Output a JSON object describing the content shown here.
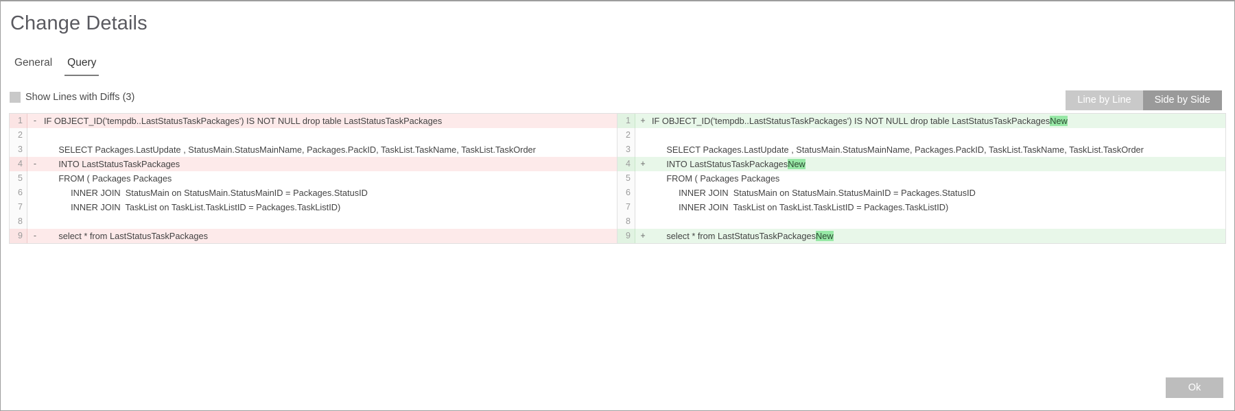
{
  "window": {
    "title": "Change Details"
  },
  "tabs": [
    {
      "label": "General",
      "active": false
    },
    {
      "label": "Query",
      "active": true
    }
  ],
  "options": {
    "show_diffs_label": "Show Lines with Diffs (3)",
    "show_diffs_checked": false,
    "view_modes": [
      {
        "label": "Line by Line",
        "active": false
      },
      {
        "label": "Side by Side",
        "active": true
      }
    ]
  },
  "diff": {
    "left": {
      "lines": [
        {
          "num": "1",
          "marker": "-",
          "type": "del",
          "text": "IF OBJECT_ID('tempdb..LastStatusTaskPackages') IS NOT NULL drop table LastStatusTaskPackages"
        },
        {
          "num": "2",
          "marker": "",
          "type": "context",
          "text": ""
        },
        {
          "num": "3",
          "marker": "",
          "type": "context",
          "text": "      SELECT Packages.LastUpdate , StatusMain.StatusMainName, Packages.PackID, TaskList.TaskName, TaskList.TaskOrder"
        },
        {
          "num": "4",
          "marker": "-",
          "type": "del",
          "text": "      INTO LastStatusTaskPackages"
        },
        {
          "num": "5",
          "marker": "",
          "type": "context",
          "text": "      FROM ( Packages Packages"
        },
        {
          "num": "6",
          "marker": "",
          "type": "context",
          "text": "           INNER JOIN  StatusMain on StatusMain.StatusMainID = Packages.StatusID"
        },
        {
          "num": "7",
          "marker": "",
          "type": "context",
          "text": "           INNER JOIN  TaskList on TaskList.TaskListID = Packages.TaskListID)"
        },
        {
          "num": "8",
          "marker": "",
          "type": "context",
          "text": ""
        },
        {
          "num": "9",
          "marker": "-",
          "type": "del",
          "text": "      select * from LastStatusTaskPackages"
        }
      ]
    },
    "right": {
      "lines": [
        {
          "num": "1",
          "marker": "+",
          "type": "ins",
          "text": "IF OBJECT_ID('tempdb..LastStatusTaskPackages') IS NOT NULL drop table LastStatusTaskPackages",
          "highlight": "New"
        },
        {
          "num": "2",
          "marker": "",
          "type": "context",
          "text": "",
          "highlight": ""
        },
        {
          "num": "3",
          "marker": "",
          "type": "context",
          "text": "      SELECT Packages.LastUpdate , StatusMain.StatusMainName, Packages.PackID, TaskList.TaskName, TaskList.TaskOrder",
          "highlight": ""
        },
        {
          "num": "4",
          "marker": "+",
          "type": "ins",
          "text": "      INTO LastStatusTaskPackages",
          "highlight": "New"
        },
        {
          "num": "5",
          "marker": "",
          "type": "context",
          "text": "      FROM ( Packages Packages",
          "highlight": ""
        },
        {
          "num": "6",
          "marker": "",
          "type": "context",
          "text": "           INNER JOIN  StatusMain on StatusMain.StatusMainID = Packages.StatusID",
          "highlight": ""
        },
        {
          "num": "7",
          "marker": "",
          "type": "context",
          "text": "           INNER JOIN  TaskList on TaskList.TaskListID = Packages.TaskListID)",
          "highlight": ""
        },
        {
          "num": "8",
          "marker": "",
          "type": "context",
          "text": "",
          "highlight": ""
        },
        {
          "num": "9",
          "marker": "+",
          "type": "ins",
          "text": "      select * from LastStatusTaskPackages",
          "highlight": "New"
        }
      ]
    }
  },
  "footer": {
    "ok_label": "Ok"
  },
  "colors": {
    "delete_bg": "#fdeaea",
    "insert_bg": "#e8f7e9",
    "insert_word_hl": "#97e8a6",
    "toggle_active": "#9a9a9a",
    "toggle_inactive": "#c9c9c9",
    "ok_button": "#bdbdbd"
  }
}
